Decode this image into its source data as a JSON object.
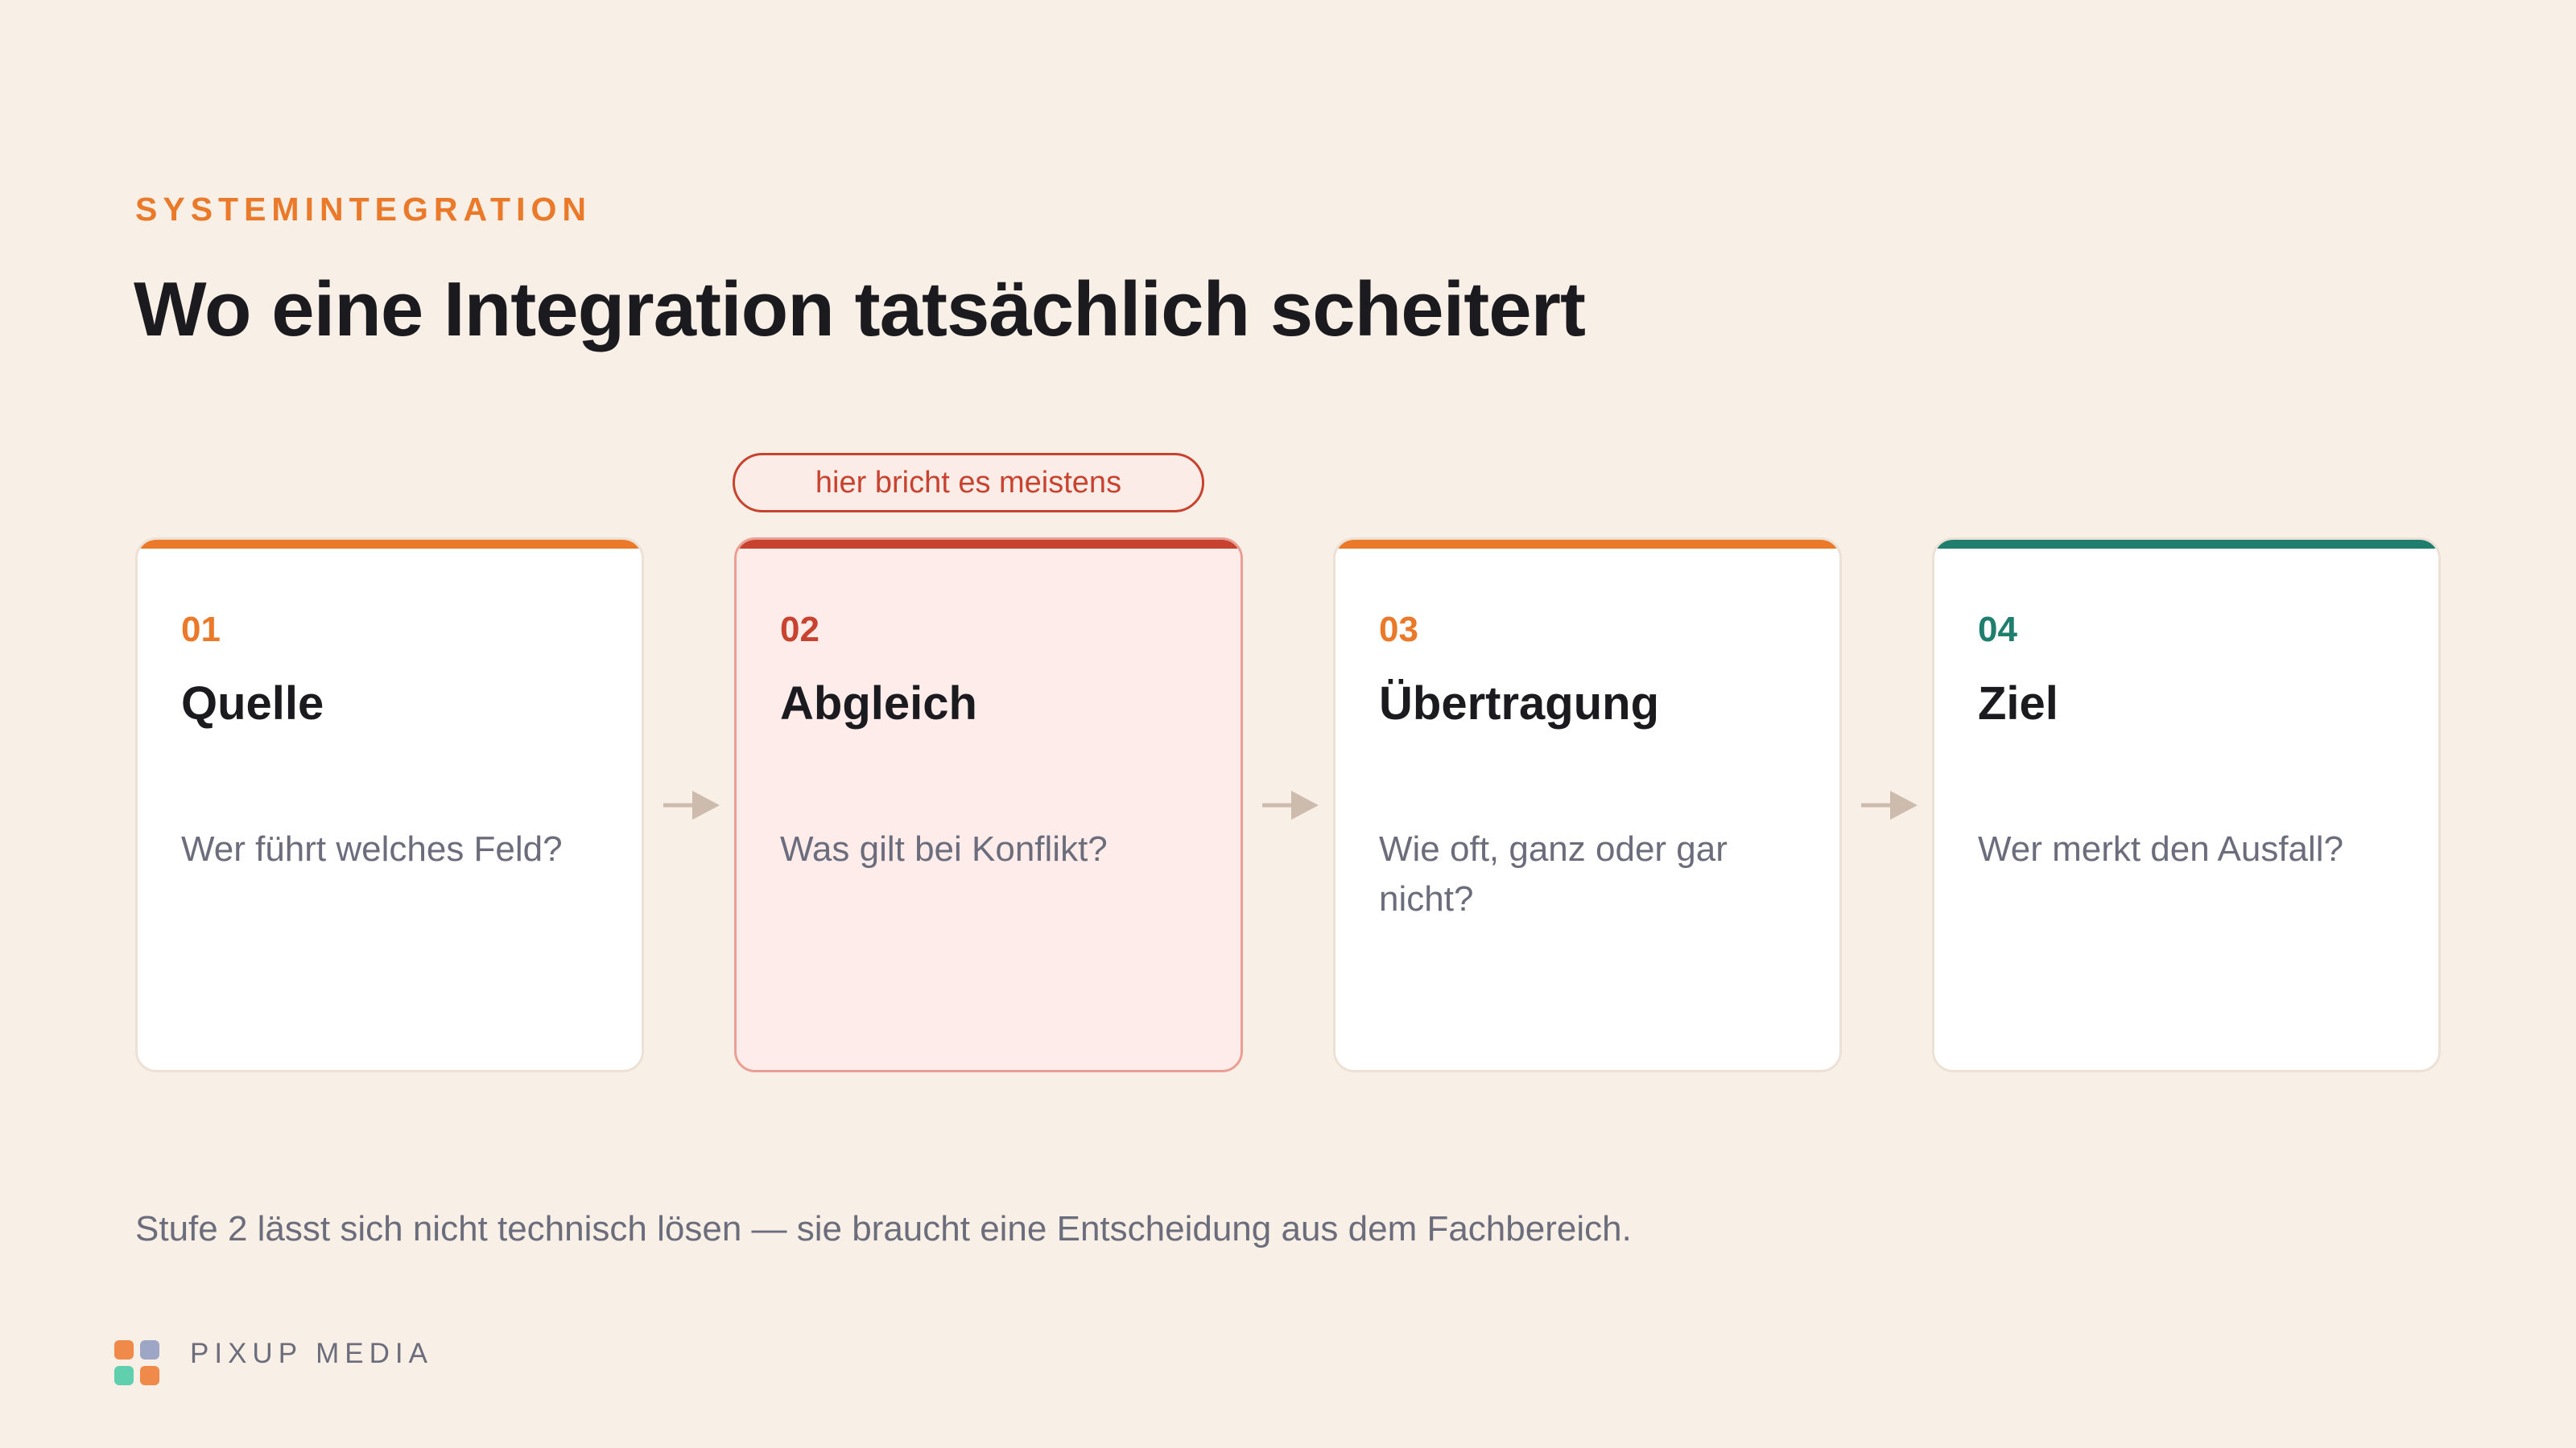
{
  "header": {
    "eyebrow": "SYSTEMINTEGRATION",
    "title": "Wo eine Integration tatsächlich scheitert"
  },
  "callout": {
    "text": "hier bricht es meistens",
    "color": "#c8432f"
  },
  "steps": [
    {
      "number": "01",
      "name": "Quelle",
      "question": "Wer führt welches Feld?",
      "accent": "#ea7a2a"
    },
    {
      "number": "02",
      "name": "Abgleich",
      "question": "Was gilt bei Konflikt?",
      "accent": "#c8432f",
      "highlighted": true
    },
    {
      "number": "03",
      "name": "Übertragung",
      "question": "Wie oft, ganz oder gar nicht?",
      "accent": "#ea7a2a"
    },
    {
      "number": "04",
      "name": "Ziel",
      "question": "Wer merkt den Ausfall?",
      "accent": "#1f7e6e"
    }
  ],
  "connector_icon": "arrow-right-icon",
  "footnote": "Stufe 2 lässt sich nicht technisch lösen — sie braucht eine Entscheidung aus dem Fachbereich.",
  "brand": {
    "name": "PIXUP MEDIA",
    "icon": "four-dot-grid-logo",
    "colors": [
      "#f08a4b",
      "#9ea6c6",
      "#5fcfae",
      "#f08a4b"
    ]
  },
  "colors": {
    "background": "#f8efe6",
    "card_background": "#ffffff",
    "highlight_background": "#fdecea",
    "muted_text": "#6b6d7c",
    "arrow": "#cdbcad"
  }
}
